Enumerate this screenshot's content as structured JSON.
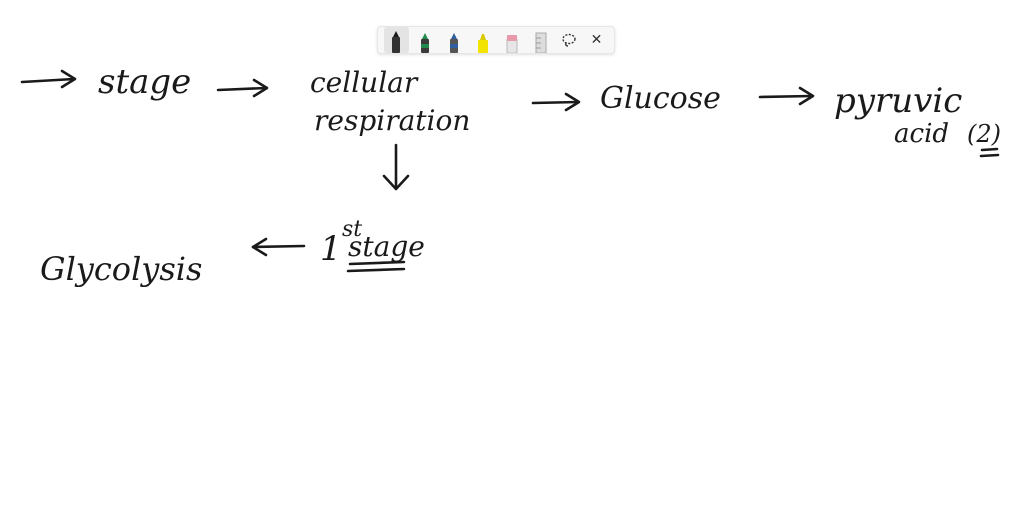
{
  "toolbar": {
    "tools": [
      {
        "name": "pen-black",
        "color": "#1a1a1a",
        "selected": true
      },
      {
        "name": "pen-green",
        "color": "#1f8a4c"
      },
      {
        "name": "pen-blue",
        "color": "#2e5f9e"
      },
      {
        "name": "highlighter-yellow",
        "color": "#f2e400"
      },
      {
        "name": "eraser-pink",
        "color": "#e89aa8"
      },
      {
        "name": "ruler",
        "color": "#cccccc"
      }
    ],
    "lasso_icon": "lasso-icon",
    "close_icon": "close-icon",
    "close_glyph": "✕"
  },
  "notes": {
    "stage": "stage",
    "cellular": "cellular",
    "respiration": "respiration",
    "glucose": "Glucose",
    "pyruvic": "pyruvic",
    "acid": "acid",
    "acid_count": "(2)",
    "first": "1",
    "first_sup": "st",
    "first_stage": "stage",
    "glycolysis": "Glycolysis"
  }
}
